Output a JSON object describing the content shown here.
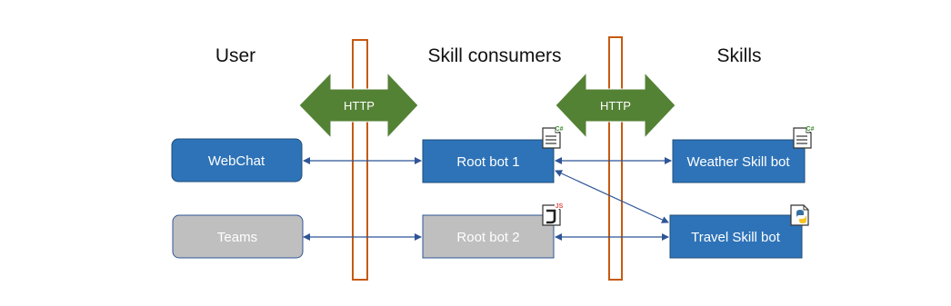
{
  "columns": {
    "user": "User",
    "consumers": "Skill consumers",
    "skills": "Skills"
  },
  "boundaries": {
    "left_label": "HTTP",
    "right_label": "HTTP"
  },
  "nodes": {
    "webchat": "WebChat",
    "teams": "Teams",
    "root_bot_1": "Root bot 1",
    "root_bot_2": "Root bot 2",
    "weather_skill_bot": "Weather Skill bot",
    "travel_skill_bot": "Travel Skill bot"
  },
  "colors": {
    "active_box": "#2e73b8",
    "inactive_box": "#bfbfbf",
    "http_arrow": "#548235",
    "boundary_bar": "#c55a11",
    "connector": "#2f5597"
  },
  "icons": {
    "root_bot_1": "csharp-file-icon",
    "root_bot_2": "javascript-file-icon",
    "weather_skill_bot": "csharp-file-icon",
    "travel_skill_bot": "python-file-icon"
  }
}
